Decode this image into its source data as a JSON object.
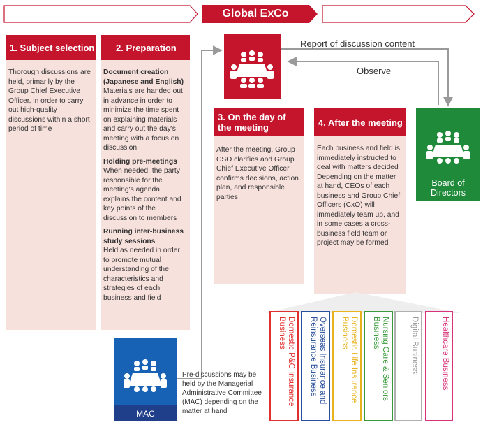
{
  "title": "Global ExCo",
  "steps": [
    {
      "header": "1. Subject selection",
      "body": "Thorough discussions are held, primarily by the Group Chief Executive Officer, in order to carry out high-quality discussions within a short period of time"
    },
    {
      "header": "2. Preparation",
      "sections": [
        {
          "heading": "Document creation (Japanese and English)",
          "text": "Materials are handed out in advance in order to minimize the time spent on explaining materials and carry out the day's meeting with a focus on discussion"
        },
        {
          "heading": "Holding pre-meetings",
          "text": "When needed, the party responsible for the meeting's agenda explains the content and key points of the discussion to members"
        },
        {
          "heading": "Running inter-business study sessions",
          "text": "Held as needed in order to promote mutual understanding of the characteristics and strategies of each business and field"
        }
      ]
    },
    {
      "header": "3. On the day of the meeting",
      "body": "After the meeting, Group CSO clarifies and Group Chief Executive Officer confirms decisions, action plan, and responsible parties"
    },
    {
      "header": "4. After the meeting",
      "body": "Each business and field is immediately instructed to deal with matters decided Depending on the matter at hand, CEOs of each business and Group Chief Officers (CxO) will immediately team up, and in some cases a cross-business field team or project may be formed"
    }
  ],
  "report_label": "Report of discussion content",
  "observe_label": "Observe",
  "board_label": "Board of Directors",
  "mac_label": "MAC",
  "mac_note": "Pre-discussions may be held by the Managerial Administrative Committee (MAC) depending on the matter at hand",
  "businesses": [
    {
      "label": "Domestic P&C Insurance Business",
      "color": "#e0302f"
    },
    {
      "label": "Overseas Insurance and Reinsurance Business",
      "color": "#2a4f9c"
    },
    {
      "label": "Domestic Life Insurance Business",
      "color": "#e8b21c"
    },
    {
      "label": "Nursing Care & Seniors Business",
      "color": "#3a9a3a"
    },
    {
      "label": "Digital Business",
      "color": "#a0a0a0"
    },
    {
      "label": "Healthcare Business",
      "color": "#d8337a"
    }
  ],
  "colors": {
    "exco_red": "#c4152d",
    "board_green": "#1f8a3a",
    "mac_blue": "#1862b5",
    "panel": "#f7e1dd"
  }
}
